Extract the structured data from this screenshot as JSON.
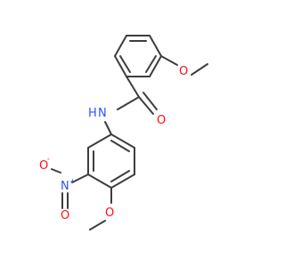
{
  "molecule": {
    "atoms": {
      "o_methoxy_top": {
        "label": "O",
        "color": "#ff0d0d"
      },
      "o_carbonyl": {
        "label": "O",
        "color": "#ff0d0d"
      },
      "n_amide": {
        "label": "N",
        "color": "#3050f8"
      },
      "h_amide": {
        "label": "H",
        "color": "#3050f8"
      },
      "o_nitro_minus": {
        "label": "O",
        "color": "#ff0d0d"
      },
      "o_nitro_minus_charge": {
        "label": "-",
        "color": "#ff0d0d"
      },
      "n_nitro": {
        "label": "N",
        "color": "#3050f8"
      },
      "n_nitro_charge": {
        "label": "+",
        "color": "#3050f8"
      },
      "o_nitro_double": {
        "label": "O",
        "color": "#ff0d0d"
      },
      "o_methoxy_bottom": {
        "label": "O",
        "color": "#ff0d0d"
      }
    },
    "bond_color": "#3d3d3d"
  }
}
